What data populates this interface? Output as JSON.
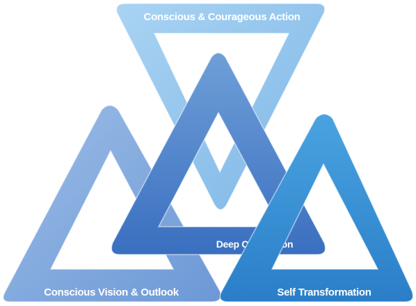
{
  "labels": {
    "top": "Conscious & Courageous Action",
    "center": "Deep Connection",
    "left": "Conscious Vision & Outlook",
    "right": "Self Transformation"
  },
  "colors": {
    "top": "#9cc9ee",
    "center": "#3f7fca",
    "left": "#7fa9de",
    "right": "#2f8fd4"
  }
}
